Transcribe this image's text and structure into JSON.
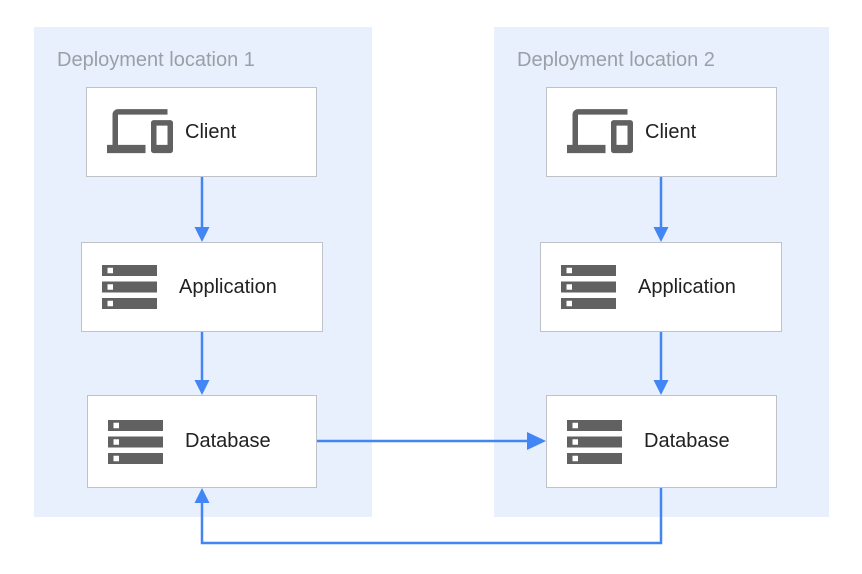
{
  "diagram": {
    "panels": [
      {
        "id": "deployment-location-1",
        "title": "Deployment location 1",
        "nodes": [
          {
            "id": "client-1",
            "label": "Client",
            "icon": "devices-icon"
          },
          {
            "id": "application-1",
            "label": "Application",
            "icon": "storage-icon"
          },
          {
            "id": "database-1",
            "label": "Database",
            "icon": "storage-icon"
          }
        ]
      },
      {
        "id": "deployment-location-2",
        "title": "Deployment location 2",
        "nodes": [
          {
            "id": "client-2",
            "label": "Client",
            "icon": "devices-icon"
          },
          {
            "id": "application-2",
            "label": "Application",
            "icon": "storage-icon"
          },
          {
            "id": "database-2",
            "label": "Database",
            "icon": "storage-icon"
          }
        ]
      }
    ],
    "edges": [
      {
        "from": "client-1",
        "to": "application-1",
        "direction": "down"
      },
      {
        "from": "application-1",
        "to": "database-1",
        "direction": "down"
      },
      {
        "from": "client-2",
        "to": "application-2",
        "direction": "down"
      },
      {
        "from": "application-2",
        "to": "database-2",
        "direction": "down"
      },
      {
        "from": "database-1",
        "to": "database-2",
        "direction": "right"
      },
      {
        "from": "database-2",
        "to": "database-1",
        "direction": "up",
        "route": "around-bottom"
      }
    ],
    "colors": {
      "canvas_background": "#FFFFFF",
      "panel_background": "#E8F0FE",
      "node_background": "#FFFFFF",
      "node_border": "#BFC3C7",
      "arrow": "#4285F4",
      "icon": "#616161",
      "title_text": "#9AA0A6",
      "label_text": "#212121"
    }
  }
}
